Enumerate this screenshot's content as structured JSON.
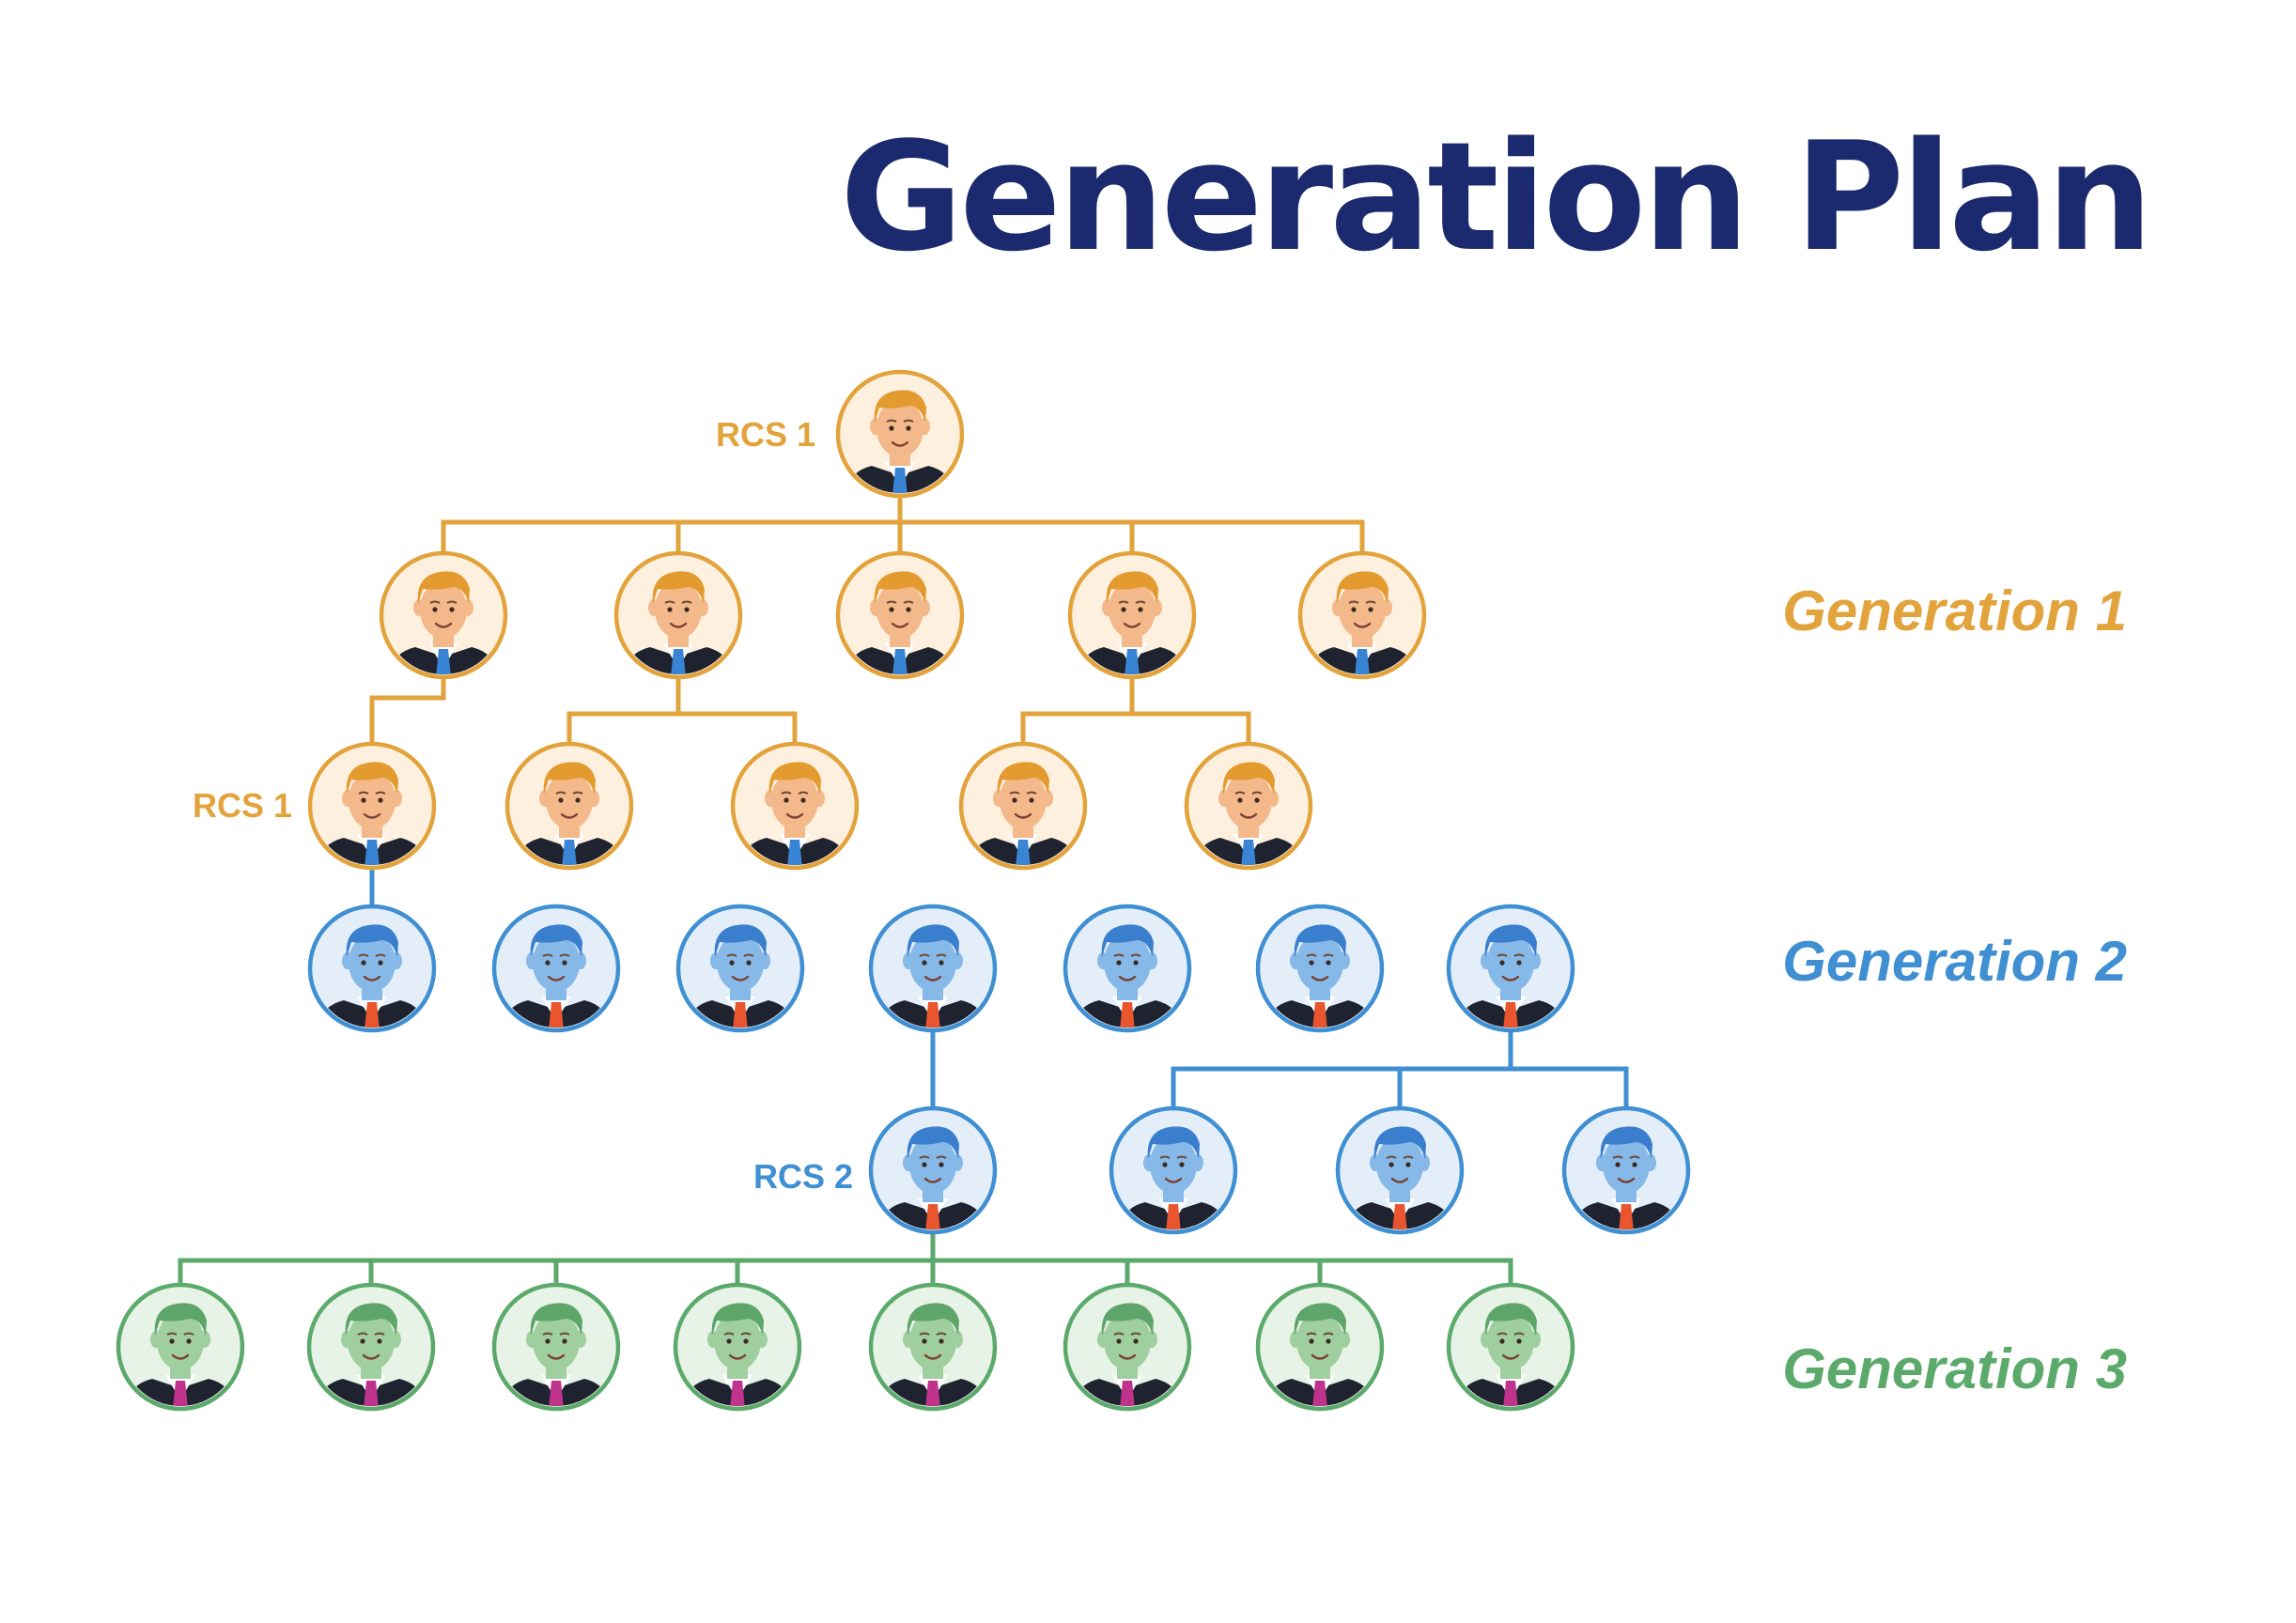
{
  "title": "Generation Plan",
  "colors": {
    "title": "#1b2a6e",
    "gen1": "#e3a33c",
    "gen1_face": "#f4b98a",
    "gen1_bg": "#fdf0df",
    "gen1_hair": "#e39a2f",
    "gen1_tie": "#3a84d6",
    "gen2": "#3f8fd2",
    "gen2_face": "#86b8e8",
    "gen2_bg": "#e3eef9",
    "gen2_hair": "#3a7fce",
    "gen2_tie": "#e8552e",
    "gen3": "#5caa6b",
    "gen3_face": "#9fce9f",
    "gen3_bg": "#e6f3e6",
    "gen3_hair": "#5ea56a",
    "gen3_tie": "#c0338c",
    "suit": "#1f2330",
    "shirt": "#ffffff"
  },
  "generation_labels": [
    {
      "text": "Generation 1",
      "color": "#e3a33c"
    },
    {
      "text": "Generation 2",
      "color": "#3f8fd2"
    },
    {
      "text": "Generation 3",
      "color": "#5caa6b"
    }
  ],
  "rcs_labels": [
    {
      "text": "RCS 1",
      "node": "g1-root"
    },
    {
      "text": "RCS 1",
      "node": "g1-c0"
    },
    {
      "text": "RCS 2",
      "node": "g2-m0"
    }
  ],
  "nodes": [
    {
      "id": "g1-root",
      "generation": 1
    },
    {
      "id": "g1-a0",
      "generation": 1
    },
    {
      "id": "g1-a1",
      "generation": 1
    },
    {
      "id": "g1-a2",
      "generation": 1
    },
    {
      "id": "g1-a3",
      "generation": 1
    },
    {
      "id": "g1-a4",
      "generation": 1
    },
    {
      "id": "g1-c0",
      "generation": 1
    },
    {
      "id": "g1-c1",
      "generation": 1
    },
    {
      "id": "g1-c2",
      "generation": 1
    },
    {
      "id": "g1-c3",
      "generation": 1
    },
    {
      "id": "g1-c4",
      "generation": 1
    },
    {
      "id": "g2-r0",
      "generation": 2
    },
    {
      "id": "g2-r1",
      "generation": 2
    },
    {
      "id": "g2-r2",
      "generation": 2
    },
    {
      "id": "g2-r3",
      "generation": 2
    },
    {
      "id": "g2-r4",
      "generation": 2
    },
    {
      "id": "g2-r5",
      "generation": 2
    },
    {
      "id": "g2-r6",
      "generation": 2
    },
    {
      "id": "g2-m0",
      "generation": 2
    },
    {
      "id": "g2-m1",
      "generation": 2
    },
    {
      "id": "g2-m2",
      "generation": 2
    },
    {
      "id": "g2-m3",
      "generation": 2
    },
    {
      "id": "g3-b0",
      "generation": 3
    },
    {
      "id": "g3-b1",
      "generation": 3
    },
    {
      "id": "g3-b2",
      "generation": 3
    },
    {
      "id": "g3-b3",
      "generation": 3
    },
    {
      "id": "g3-b4",
      "generation": 3
    },
    {
      "id": "g3-b5",
      "generation": 3
    },
    {
      "id": "g3-b6",
      "generation": 3
    },
    {
      "id": "g3-b7",
      "generation": 3
    }
  ],
  "edges": [
    {
      "from": "g1-root",
      "to": [
        "g1-a0",
        "g1-a1",
        "g1-a2",
        "g1-a3",
        "g1-a4"
      ],
      "generation": 1
    },
    {
      "from": "g1-a0",
      "to": [
        "g1-c0"
      ],
      "generation": 1
    },
    {
      "from": "g1-a1",
      "to": [
        "g1-c1",
        "g1-c2"
      ],
      "generation": 1
    },
    {
      "from": "g1-a3",
      "to": [
        "g1-c3",
        "g1-c4"
      ],
      "generation": 1
    },
    {
      "from": "g1-c0",
      "to": [
        "g2-r0"
      ],
      "generation": 2
    },
    {
      "from": "g2-r3",
      "to": [
        "g2-m0"
      ],
      "generation": 2
    },
    {
      "from": "g2-r6",
      "to": [
        "g2-m1",
        "g2-m2",
        "g2-m3"
      ],
      "generation": 2
    },
    {
      "from": "g2-m0",
      "to": [
        "g3-b0",
        "g3-b1",
        "g3-b2",
        "g3-b3",
        "g3-b4",
        "g3-b5",
        "g3-b6",
        "g3-b7"
      ],
      "generation": 3
    }
  ]
}
